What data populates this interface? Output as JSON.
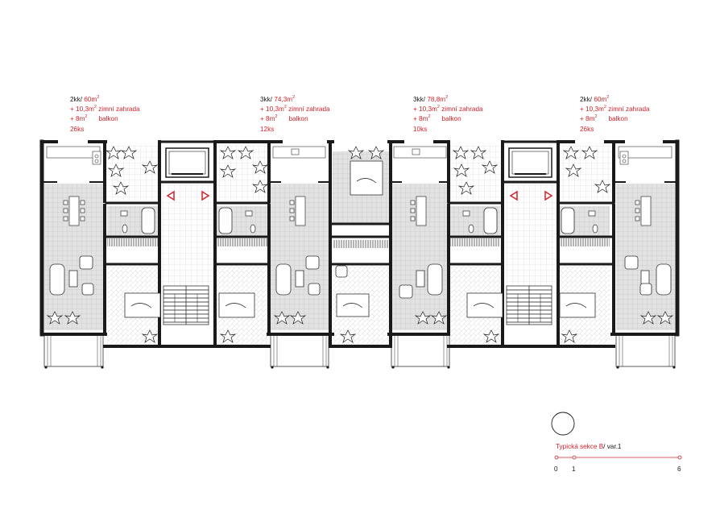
{
  "units": [
    {
      "type": "2kk/",
      "area": "60m",
      "winter_garden": "+ 10,3m",
      "winter_garden_label": "zimní zahrada",
      "balcony": "+ 8m",
      "balcony_label": "balkon",
      "count": "26ks"
    },
    {
      "type": "3kk/",
      "area": "74,3m",
      "winter_garden": "+ 10,3m",
      "winter_garden_label": "zimní zahrada",
      "balcony": "+ 8m",
      "balcony_label": "balkon",
      "count": "12ks"
    },
    {
      "type": "3kk/",
      "area": "78,8m",
      "winter_garden": "+ 10,3m",
      "winter_garden_label": "zimní zahrada",
      "balcony": "+ 8m",
      "balcony_label": "balkon",
      "count": "10ks"
    },
    {
      "type": "2kk/",
      "area": "60m",
      "winter_garden": "+ 10,3m",
      "winter_garden_label": "zimní zahrada",
      "balcony": "+ 8m",
      "balcony_label": "balkon",
      "count": "26ks"
    }
  ],
  "superscript": "2",
  "legend": {
    "title_red": "Typická sekce B",
    "title_rest": "/ var.1"
  },
  "scale": {
    "labels": [
      "0",
      "1",
      "6"
    ]
  },
  "colors": {
    "accent": "#d2232a",
    "wall": "#1a1a1a",
    "floor": "#d9d9d9",
    "tile": "#bdbdbd"
  }
}
